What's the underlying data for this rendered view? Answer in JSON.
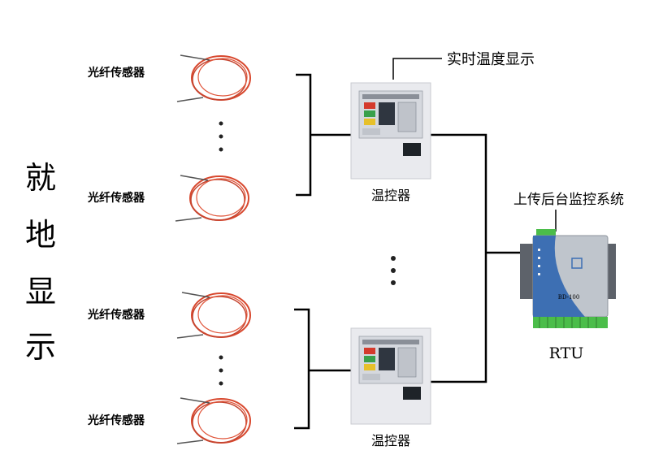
{
  "side_title": [
    "就",
    "地",
    "显",
    "示"
  ],
  "sensor_label": "光纤传感器",
  "controller_label": "温控器",
  "display_callout": "实时温度显示",
  "upload_callout": "上传后台监控系统",
  "rtu_label": "RTU",
  "rtu_model": "BD-100",
  "colors": {
    "fiber": "#d8482e",
    "fiber_dark": "#b23a24",
    "line": "#000000",
    "controller_body": "#e9eaee",
    "rtu_blue": "#3d6fb3",
    "terminal_green": "#4bbd4a"
  }
}
